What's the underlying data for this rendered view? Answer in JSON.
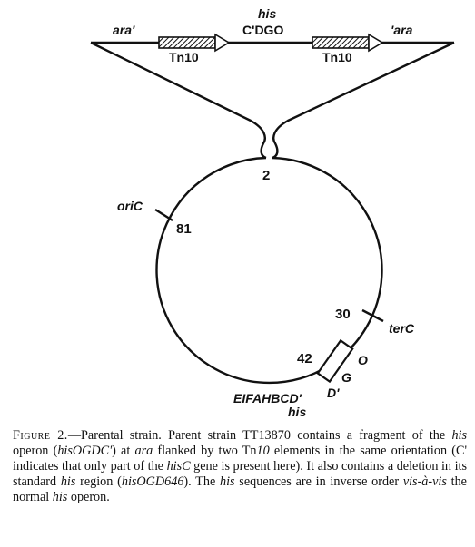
{
  "figure": {
    "insert": {
      "left_label": "ara'",
      "right_label": "'ara",
      "center_label_top": "his",
      "center_label_bottom": "C'DGO",
      "tn_left": "Tn10",
      "tn_right": "Tn10"
    },
    "chromosome": {
      "oric_label": "oriC",
      "oric_pos": "81",
      "junction_pos": "2",
      "terc_label": "terC",
      "terc_pos": "30",
      "his_pos": "42",
      "gene_o": "O",
      "gene_g": "G",
      "gene_d": "D'",
      "his_genes": "EIFAHBCD'",
      "his_label": "his"
    }
  },
  "caption": {
    "label": "Figure 2.",
    "seg1": "—Parental strain. Parent strain TT13870 contains a fragment of the ",
    "his1": "his",
    "seg2": " operon (",
    "his_ogdc": "hisOGDC'",
    "seg3": ") at ",
    "ara": "ara",
    "seg4": " flanked by two Tn",
    "ten": "10",
    "seg5": " elements in the same orientation (C' indicates that only part of the ",
    "hisc": "hisC",
    "seg6": " gene is present here). It also contains a deletion in its standard ",
    "his2": "his",
    "seg7": " region (",
    "hisogd646": "hisOGD646",
    "seg8": "). The ",
    "his3": "his",
    "seg9": " sequences are in inverse order ",
    "visavis": "vis-à-vis",
    "seg10": " the normal ",
    "his4": "his",
    "seg11": " operon."
  }
}
